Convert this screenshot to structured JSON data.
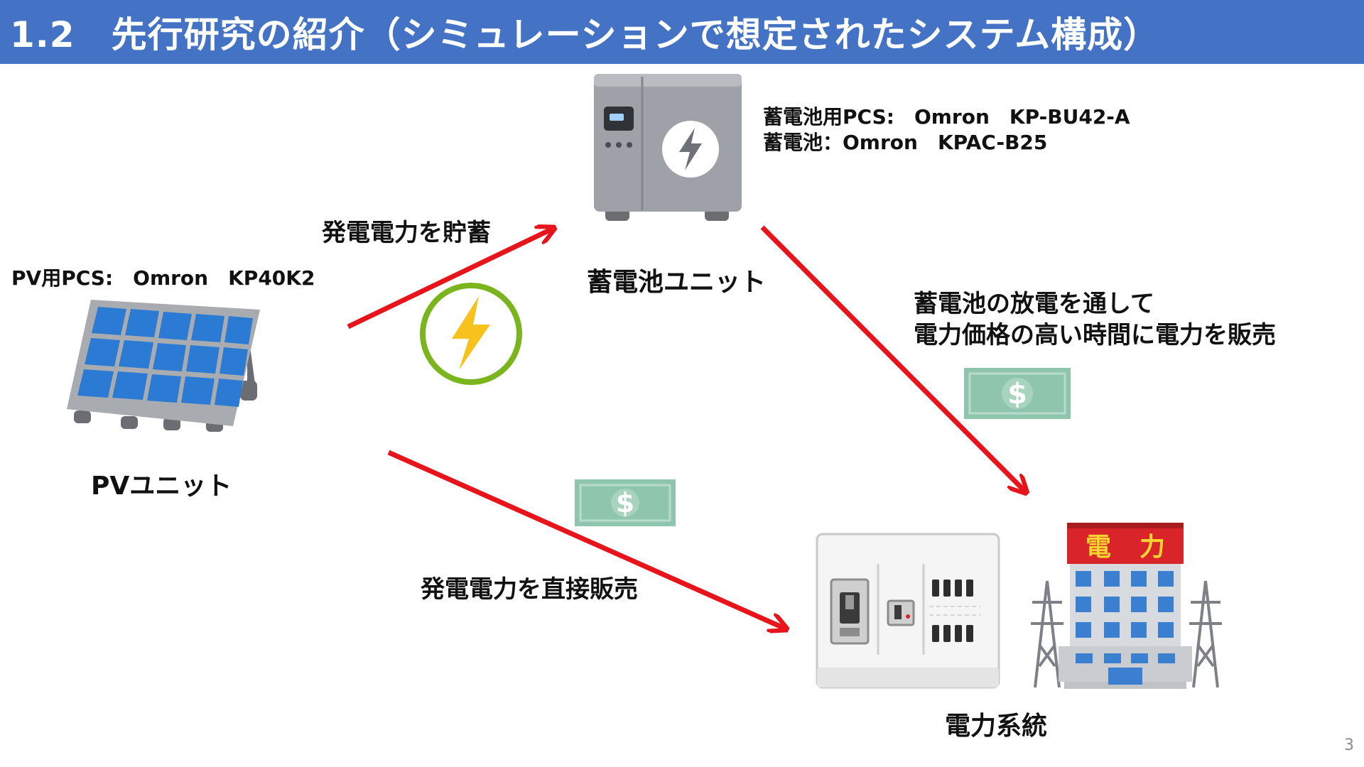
{
  "slide": {
    "title": "1.2　先行研究の紹介（シミュレーションで想定されたシステム構成）",
    "page_number": "3"
  },
  "battery": {
    "spec_lines": [
      "蓄電池用PCS:　Omron　KP-BU42-A",
      "蓄電池：Omron　KPAC-B25"
    ],
    "label": "蓄電池ユニット"
  },
  "pv": {
    "spec": "PV用PCS:　Omron　KP40K2",
    "label": "PVユニット"
  },
  "grid": {
    "label": "電力系統",
    "building_sign_chars": [
      "電",
      "力"
    ]
  },
  "flows": {
    "store": "発電電力を貯蓄",
    "direct_sell": "発電電力を直接販売",
    "discharge_lines": [
      "蓄電池の放電を通して",
      "電力価格の高い時間に電力を販売"
    ]
  },
  "money_symbol": "$",
  "colors": {
    "title_bar": "#4472c4",
    "arrow": "#e8141b",
    "bolt_ring": "#7ab51d",
    "bolt": "#f7c21b",
    "money": "#8fc4ad",
    "building_sign": "#d9252a",
    "building_sign_text": "#f7d531",
    "solar_cell": "#2b7bd4"
  },
  "icons": [
    "battery-unit-icon",
    "solar-panel-icon",
    "lightning-bolt-icon",
    "money-bill-icon",
    "distribution-board-icon",
    "power-company-building-icon",
    "power-pylon-icon"
  ]
}
